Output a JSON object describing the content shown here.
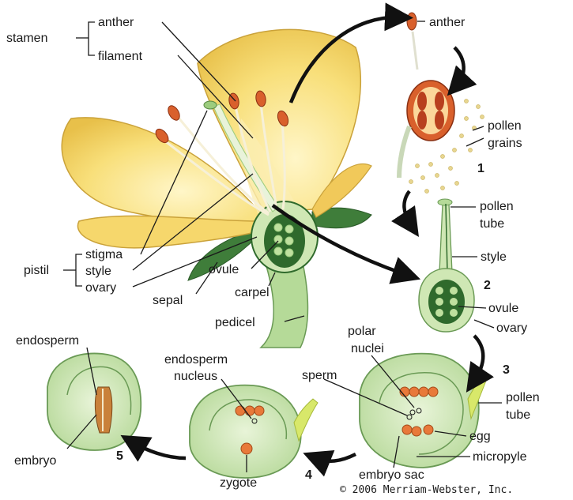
{
  "labels": {
    "stamen": "stamen",
    "anther": "anther",
    "filament": "filament",
    "pistil": "pistil",
    "stigma": "stigma",
    "style": "style",
    "ovary": "ovary",
    "sepal": "sepal",
    "ovule": "ovule",
    "carpel": "carpel",
    "pedicel": "pedicel",
    "anther_right": "anther",
    "pollen_grains_1": "pollen",
    "pollen_grains_2": "grains",
    "pollen_tube_1": "pollen",
    "pollen_tube_2": "tube",
    "style_right": "style",
    "ovule_right": "ovule",
    "ovary_right": "ovary",
    "endosperm": "endosperm",
    "embryo": "embryo",
    "endosperm_nucleus_1": "endosperm",
    "endosperm_nucleus_2": "nucleus",
    "zygote": "zygote",
    "polar_nuclei_1": "polar",
    "polar_nuclei_2": "nuclei",
    "sperm": "sperm",
    "pollen_tube_b1": "pollen",
    "pollen_tube_b2": "tube",
    "egg": "egg",
    "micropyle": "micropyle",
    "embryo_sac": "embryo sac"
  },
  "steps": [
    "1",
    "2",
    "3",
    "4",
    "5"
  ],
  "copyright": "© 2006 Merriam-Webster, Inc.",
  "colors": {
    "petal": "#f7dc74",
    "petal_light": "#fbeeb0",
    "anther": "#d9602c",
    "pale_green": "#cfe7b4",
    "dark_green": "#2f6a2c",
    "stem_green": "#a9d18e",
    "pollen": "#e8d690",
    "nucleus": "#e8793a"
  }
}
